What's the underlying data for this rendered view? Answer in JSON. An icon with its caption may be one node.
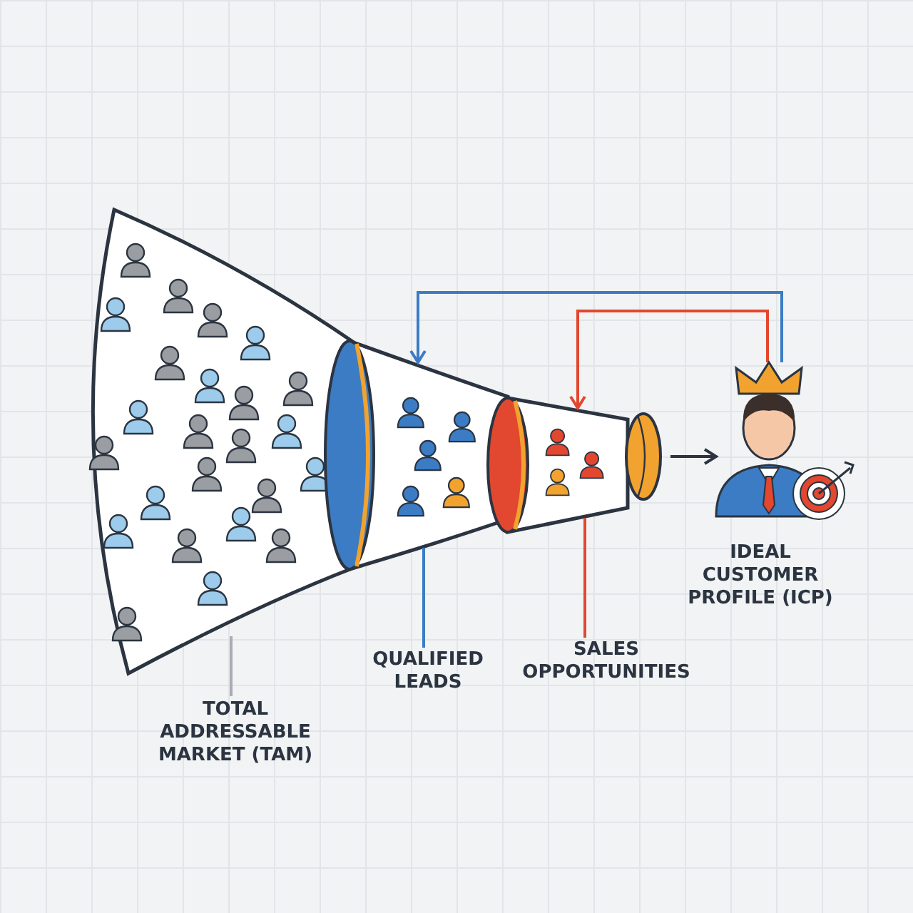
{
  "diagram": {
    "nodes": [
      {
        "text": [
          "TOTAL ADDRESSABLE MARKET (TAM)"
        ]
      },
      {
        "text": [
          "QUALIFIED LEADS"
        ]
      },
      {
        "text": [
          "SALES OPPORTUNITIES"
        ]
      },
      {
        "text": [
          "IDEAL CUSTOMER PROFILE (ICP)"
        ]
      },
      {
        "text": [],
        "shape": "picture"
      },
      {
        "text": [],
        "shape": "picture"
      },
      {
        "text": [],
        "shape": "picture"
      },
      {
        "text": [],
        "shape": "picture"
      }
    ],
    "edges": [
      {
        "from": 0,
        "to": 4,
        "arrow": "none",
        "color": "#a9adb2"
      },
      {
        "from": 1,
        "to": 5,
        "arrow": "none",
        "color": "#3b7cc4"
      },
      {
        "from": 2,
        "to": 6,
        "arrow": "none",
        "color": "#e2472f"
      },
      {
        "from": 7,
        "to": 3,
        "arrow": "to",
        "color": "#2b3440"
      },
      {
        "from": 3,
        "to": 5,
        "arrow": "to",
        "color": "#3b7cc4"
      },
      {
        "from": 3,
        "to": 6,
        "arrow": "to",
        "color": "#e2472f"
      }
    ]
  }
}
